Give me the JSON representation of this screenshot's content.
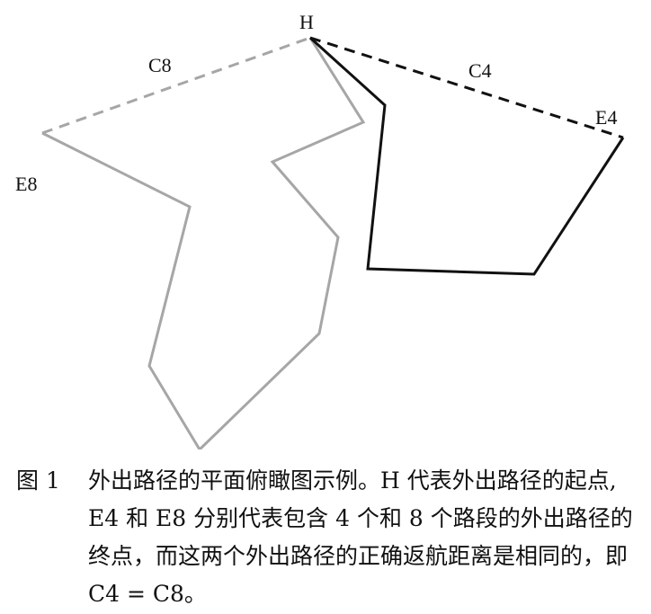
{
  "diagram": {
    "labels": {
      "home": "H",
      "c8": "C8",
      "c4": "C4",
      "e4": "E4",
      "e8": "E8"
    },
    "colors": {
      "path4": "#111111",
      "path8": "#a6a6a6",
      "return4": "#111111",
      "return8": "#a6a6a6"
    }
  },
  "caption": {
    "label": "图 1",
    "text": "外出路径的平面俯瞰图示例。H 代表外出路径的起点, E4 和 E8 分别代表包含 4 个和 8 个路段的外出路径的终点，而这两个外出路径的正确返航距离是相同的，即 C4 = C8。"
  }
}
